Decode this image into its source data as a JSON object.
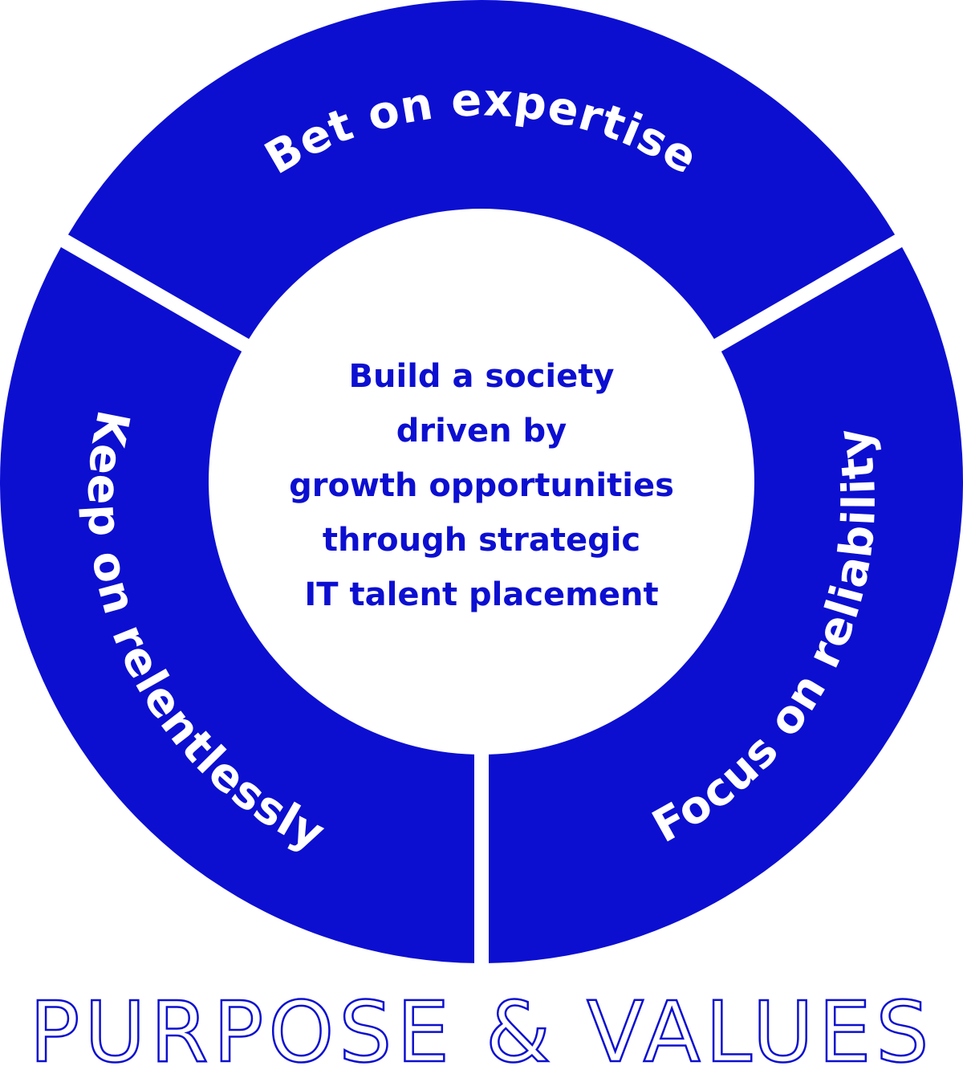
{
  "diagram": {
    "accent_color": "#0c0fd0",
    "center": {
      "lines": [
        "Build a society",
        "driven by",
        "growth opportunities",
        "through strategic",
        "IT talent placement"
      ]
    },
    "segments": [
      {
        "label": "Bet on expertise",
        "position": "top"
      },
      {
        "label": "Focus on reliability",
        "position": "bottom-right"
      },
      {
        "label": "Keep on relentlessly",
        "position": "bottom-left"
      }
    ],
    "footer": {
      "title": "PURPOSE & VALUES"
    }
  }
}
